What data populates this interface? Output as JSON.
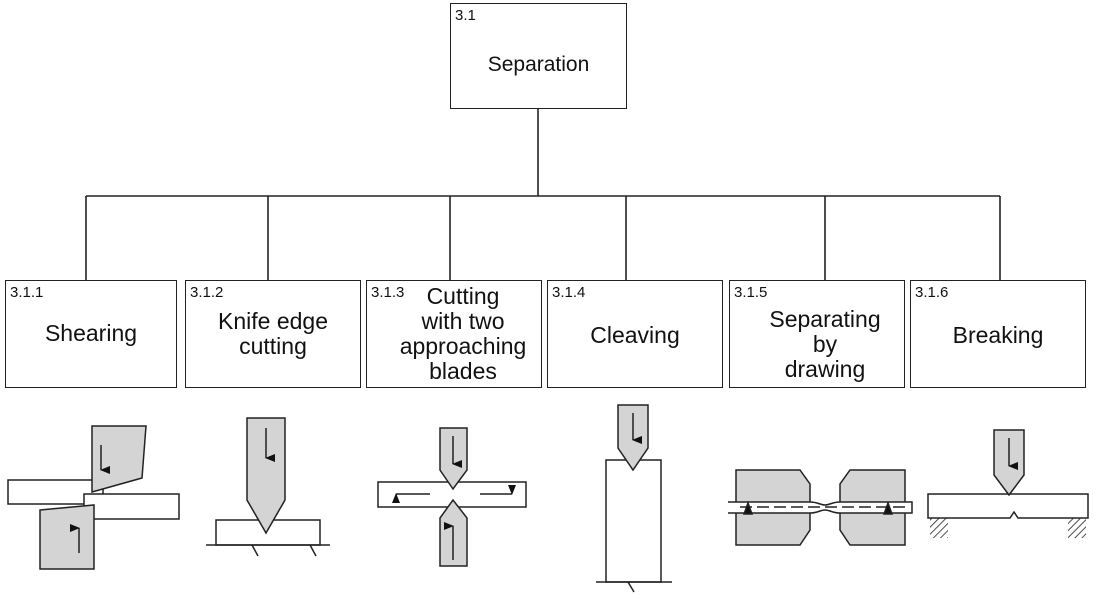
{
  "root": {
    "number": "3.1",
    "label": "Separation"
  },
  "children": [
    {
      "number": "3.1.1",
      "label": "Shearing"
    },
    {
      "number": "3.1.2",
      "label": "Knife edge\ncutting"
    },
    {
      "number": "3.1.3",
      "label": "Cutting\nwith two\napproaching\nblades"
    },
    {
      "number": "3.1.4",
      "label": "Cleaving"
    },
    {
      "number": "3.1.5",
      "label": "Separating\nby\ndrawing"
    },
    {
      "number": "3.1.6",
      "label": "Breaking"
    }
  ]
}
